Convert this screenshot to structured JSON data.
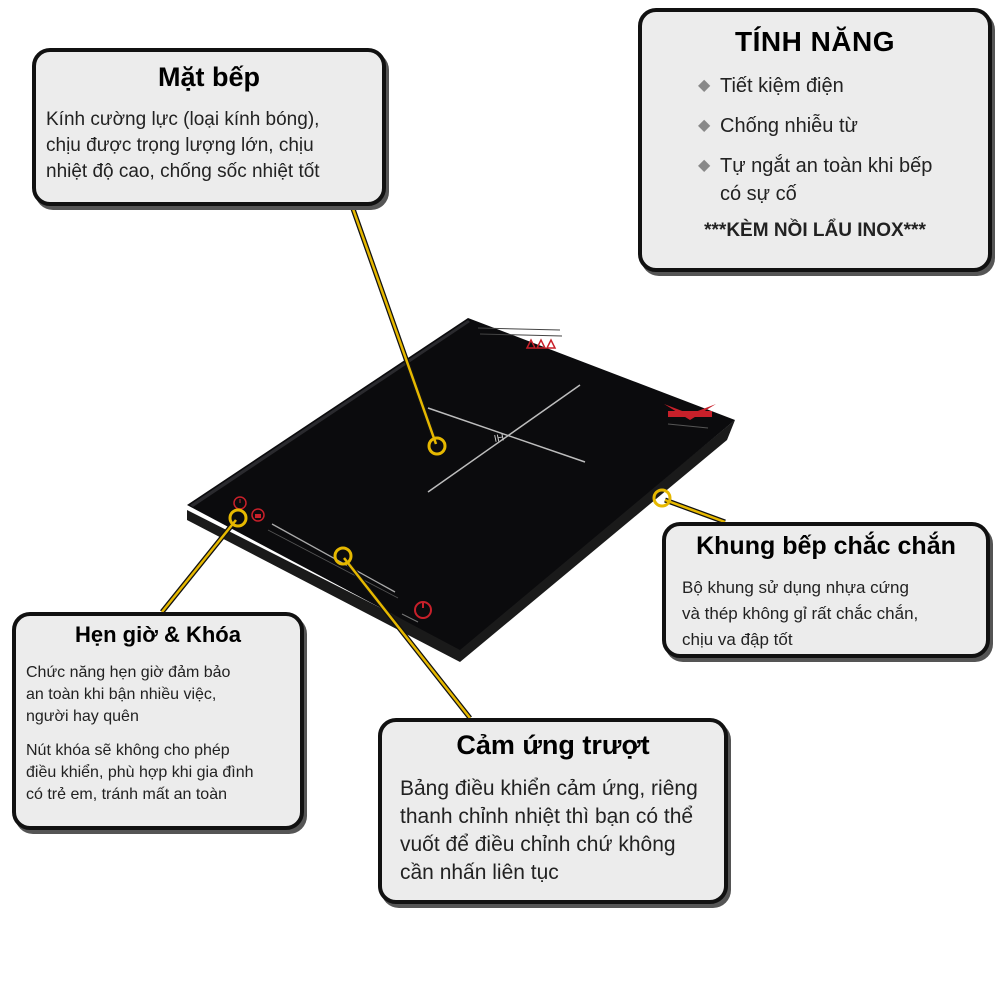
{
  "colors": {
    "callout_line": "#e6b800",
    "cooktop_glass": "#0b0b0d",
    "accent_red": "#c8202a"
  },
  "mat_bep": {
    "title": "Mặt bếp",
    "lines": [
      "Kính cường lực (loại kính bóng),",
      "chịu được trọng lượng lớn, chịu",
      "nhiệt độ cao, chống sốc nhiệt tốt"
    ]
  },
  "tinh_nang": {
    "title": "TÍNH NĂNG",
    "bullet_icon": "diamond-icon",
    "items": [
      {
        "line1": "Tiết kiệm điện",
        "line2": ""
      },
      {
        "line1": "Chống nhiễu từ",
        "line2": ""
      },
      {
        "line1": "Tự ngắt an toàn khi bếp",
        "line2": "có sự cố"
      }
    ],
    "note": "***KÈM NỒI LẨU INOX***"
  },
  "khung_bep": {
    "title": "Khung bếp chắc chắn",
    "lines": [
      "Bộ khung sử dụng nhựa cứng",
      "và thép không gỉ rất chắc chắn,",
      "chịu va đập tốt"
    ]
  },
  "hen_gio": {
    "title": "Hẹn giờ & Khóa",
    "para1": [
      "Chức năng hẹn giờ đảm bảo",
      "an toàn khi bận nhiều việc,",
      "người hay quên"
    ],
    "para2": [
      "Nút khóa sẽ không cho phép",
      "điều khiển, phù hợp khi gia đình",
      "có trẻ em, tránh mất an toàn"
    ]
  },
  "cam_ung": {
    "title": "Cảm ứng trượt",
    "lines": [
      "Bảng điều khiển cảm ứng, riêng",
      "thanh chỉnh nhiệt thì bạn có thể",
      "vuốt để điều chỉnh chứ không",
      "cần nhấn liên tục"
    ]
  },
  "cooktop": {
    "center_mark": "IH",
    "icons": [
      "warning-icon",
      "brand-logo-icon",
      "timer-icon",
      "lock-icon",
      "power-icon"
    ]
  }
}
